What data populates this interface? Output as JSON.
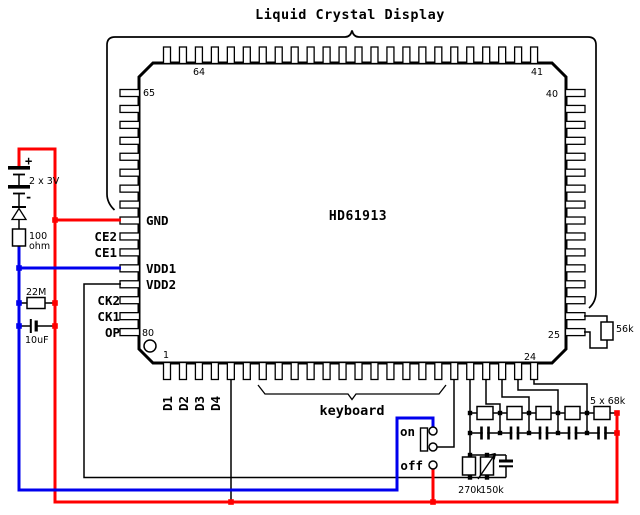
{
  "title": "Liquid Crystal Display",
  "chip": {
    "name": "HD61913",
    "pin_numbers": {
      "p64": "64",
      "p65": "65",
      "p41": "41",
      "p40": "40",
      "p80": "80",
      "p1": "1",
      "p25": "25",
      "p24": "24"
    },
    "left_pin_labels": [
      "GND",
      "CE2",
      "CE1",
      "VDD1",
      "VDD2",
      "CK2",
      "CK1",
      "OP"
    ],
    "data_pin_labels": [
      "D1",
      "D2",
      "D3",
      "D4"
    ]
  },
  "annotations": {
    "keyboard": "keyboard",
    "switch_on": "on",
    "switch_off": "off"
  },
  "components": {
    "battery": {
      "plus": "+",
      "minus": "-",
      "label": "2 x 3V"
    },
    "resistor_100": {
      "line1": "100",
      "line2": "ohm"
    },
    "resistor_22m": "22M",
    "cap_10uf": "10uF",
    "resistor_56k": "56k",
    "resistor_chain_68k": "5 x 68k",
    "resistor_270k": "270k",
    "resistor_150k": "150k"
  },
  "colors": {
    "wire_red": "#ff0000",
    "wire_blue": "#0000ee",
    "wire_black": "#000000",
    "background": "#ffffff"
  }
}
